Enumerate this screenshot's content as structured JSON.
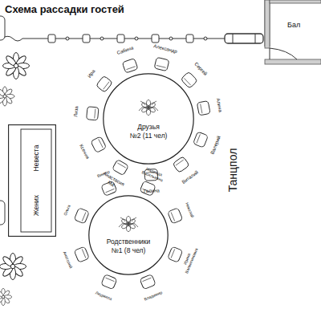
{
  "diagram": {
    "title": "Схема рассадки гостей",
    "nodes": [
      {
        "text": [
          "Бал"
        ]
      },
      {
        "text": [
          "Друзья",
          "№2 (11 чел)"
        ]
      },
      {
        "text": [
          "Невеста",
          "Жених"
        ]
      },
      {
        "text": [
          "Родственники",
          "№1 (8 чел)"
        ]
      }
    ],
    "labels": [
      "Анастасия Ма",
      "Ксения",
      "Лиза",
      "Ира",
      "Сабина",
      "Александр",
      "Сергей",
      "Алина",
      "Валерий",
      "Виталий",
      "Галина",
      "Надежда Васильевна",
      "Николай",
      "Ирина Валентиновна",
      "Владимир",
      "Людмила",
      "Анатолий",
      "Ольга",
      "Виктор",
      "Танцпол"
    ]
  }
}
